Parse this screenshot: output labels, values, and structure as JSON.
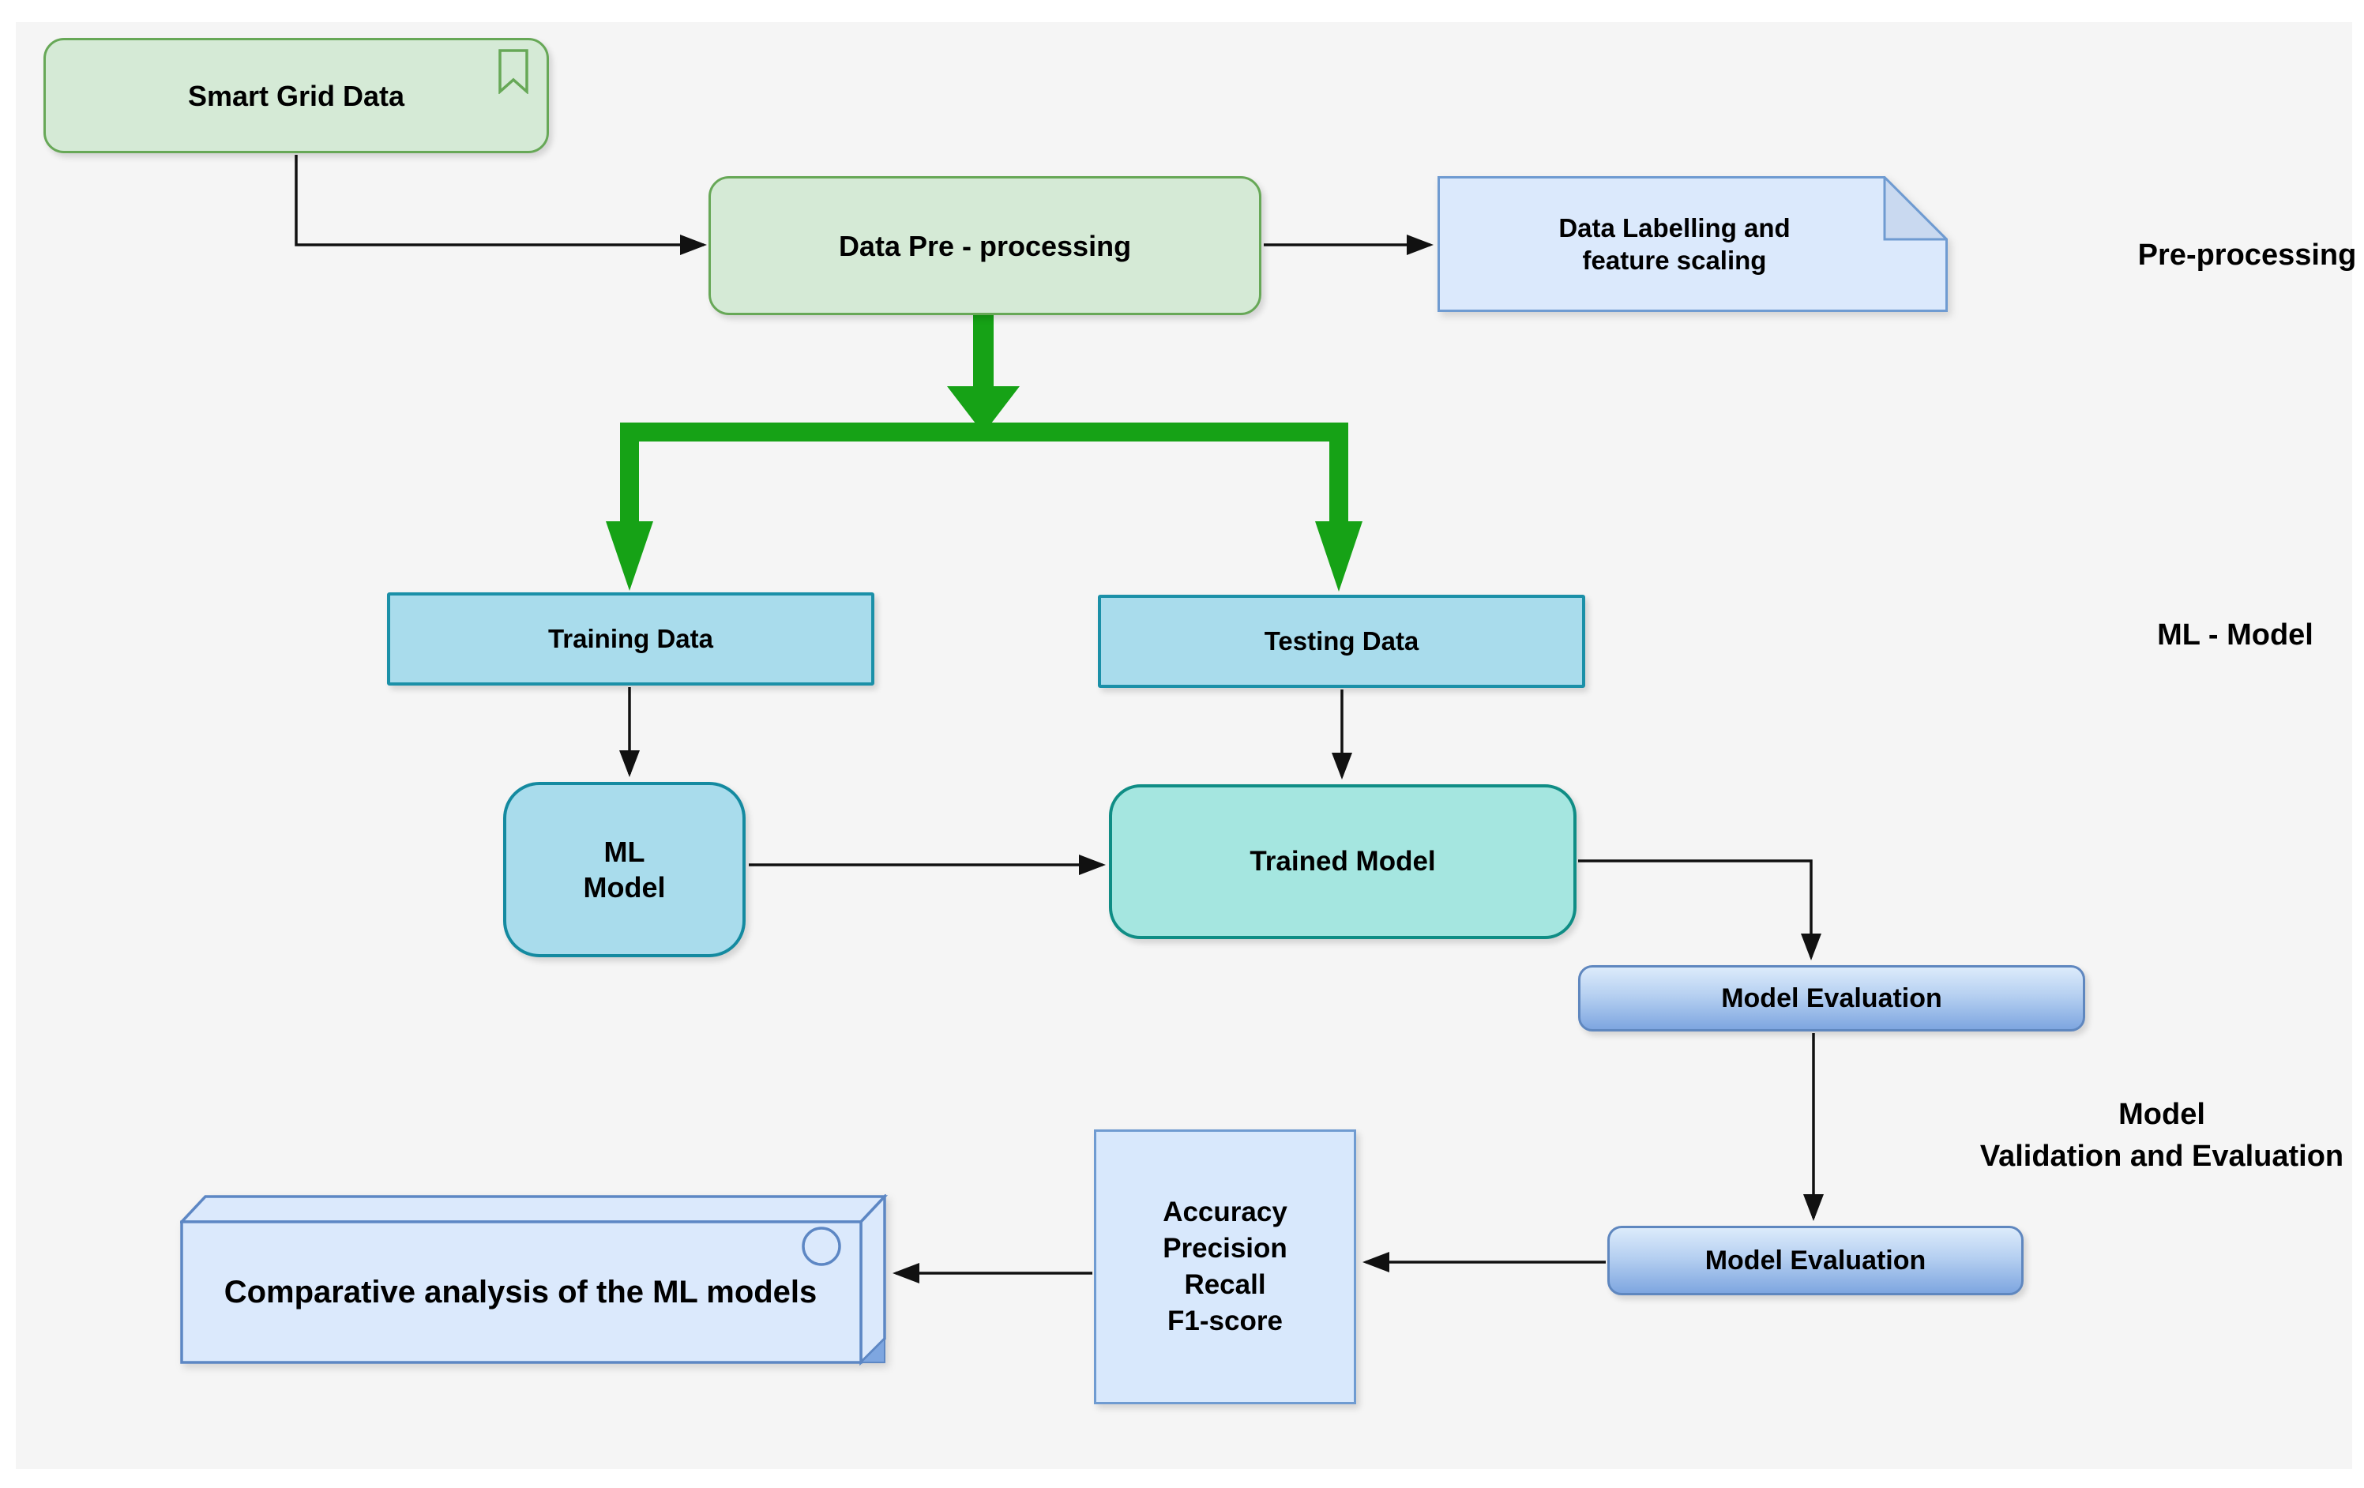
{
  "figure": {
    "title": "ML pipeline flowchart for smart grid data"
  },
  "nodes": {
    "smart_grid": {
      "label": "Smart Grid Data"
    },
    "pre_processing": {
      "label": "Data Pre - processing"
    },
    "data_labelling": {
      "line1": "Data Labelling and",
      "line2": "feature scaling"
    },
    "training": {
      "label": "Training Data"
    },
    "testing": {
      "label": "Testing Data"
    },
    "ml_model": {
      "line1": "ML",
      "line2": "Model"
    },
    "trained_model": {
      "label": "Trained Model"
    },
    "model_evaluation_1": {
      "label": "Model Evaluation"
    },
    "model_evaluation_2": {
      "label": "Model Evaluation"
    },
    "metrics": {
      "lines": [
        "Accuracy",
        "Precision",
        "Recall",
        "F1-score"
      ]
    },
    "comparative": {
      "label": "Comparative analysis of the ML models"
    }
  },
  "section_labels": {
    "preprocessing": "Pre-processing",
    "ml_model": "ML - Model",
    "validation": {
      "line1": "Model",
      "line2": "Validation and Evaluation"
    }
  },
  "icons": {
    "bookmark": "bookmark-icon",
    "note_fold": "folded-corner-icon",
    "cube_circle": "circle-decoration-icon"
  },
  "colors": {
    "canvas_background": "#f5f5f5",
    "node_green_fill": "#d5ead6",
    "node_green_border": "#67a857",
    "node_cyan_fill": "#a9dcec",
    "node_cyan_border": "#1b90a8",
    "node_teal_fill": "#a5e6e0",
    "node_teal_border": "#0f8d85",
    "node_blue_fill": "#d8e8fc",
    "node_blue_border": "#6f9bd1",
    "gradient_blue_top": "#dcebfb",
    "gradient_blue_bottom": "#7ea6e0",
    "note_fill": "#dbe9fc",
    "note_fold_fill": "#c9d9f0",
    "split_arrow_green": "#16a216",
    "connector_black": "#111111"
  }
}
